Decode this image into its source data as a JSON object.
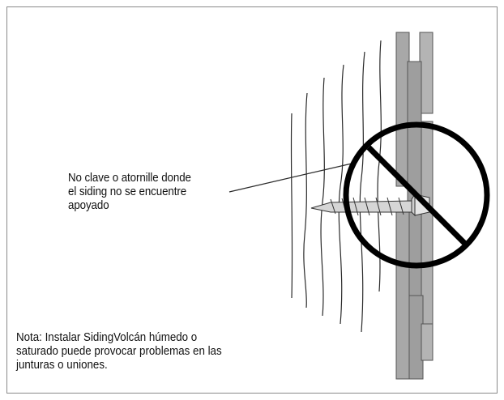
{
  "callout": {
    "lines": [
      "No clave o atornille donde",
      "el siding no se encuentre",
      "apoyado"
    ]
  },
  "note": {
    "lines": [
      "Nota: Instalar SidingVolcán húmedo o",
      "saturado puede provocar problemas en las",
      "junturas o uniones."
    ]
  },
  "colors": {
    "board": "#a8a8a8",
    "board_edge": "#555555",
    "symbol": "#000000",
    "line": "#2a2a2a"
  },
  "icons": [
    "prohibition-icon",
    "screw-icon"
  ]
}
